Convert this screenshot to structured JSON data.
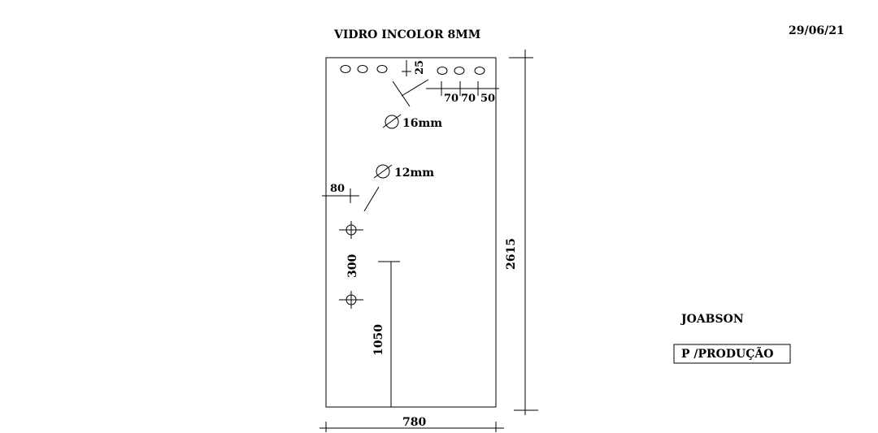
{
  "title": "VIDRO INCOLOR 8MM",
  "date": "29/06/21",
  "dimensions": {
    "width": "780",
    "height": "2615",
    "top_offset": "25",
    "hole_spacing_1": "70",
    "hole_spacing_2": "70",
    "edge_offset_right": "50",
    "left_offset": "80",
    "vertical_spacing": "300",
    "handle_height": "1050"
  },
  "hole_labels": {
    "large": "16mm",
    "small": "12mm"
  },
  "author": "JOABSON",
  "stamp": "P /PRODUÇÃO"
}
